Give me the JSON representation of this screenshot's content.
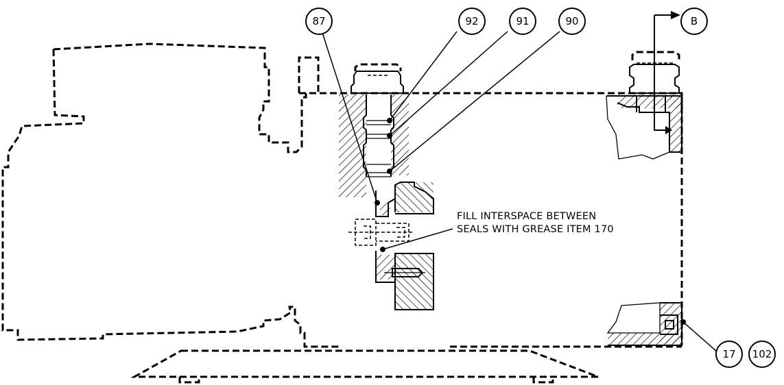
{
  "callouts": {
    "c87": "87",
    "c92": "92",
    "c91": "91",
    "c90": "90",
    "cB": "B",
    "c17": "17",
    "c102": "102"
  },
  "note": {
    "line1": "FILL INTERSPACE BETWEEN",
    "line2": "SEALS WITH GREASE ITEM 170"
  }
}
